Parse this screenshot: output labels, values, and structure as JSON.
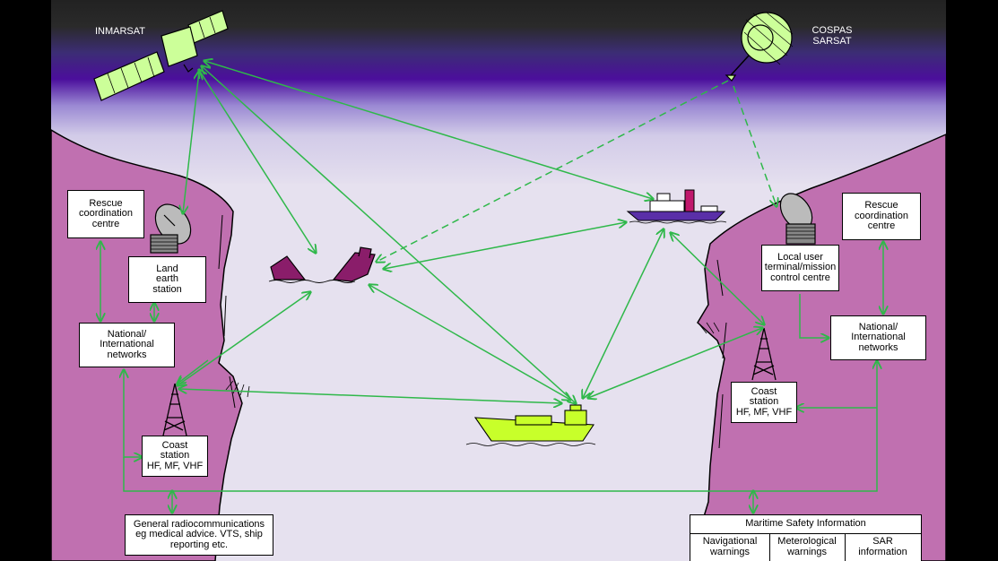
{
  "satellites": {
    "inmarsat": "INMARSAT",
    "cospas_line1": "COSPAS",
    "cospas_line2": "SARSAT"
  },
  "left": {
    "rcc": [
      "Rescue",
      "coordination",
      "centre"
    ],
    "les": [
      "Land",
      "earth",
      "station"
    ],
    "networks": [
      "National/",
      "International",
      "networks"
    ],
    "coast": [
      "Coast",
      "station",
      "HF, MF, VHF"
    ]
  },
  "right": {
    "rcc": [
      "Rescue",
      "coordination",
      "centre"
    ],
    "lut": [
      "Local user",
      "terminal/mission",
      "control centre"
    ],
    "networks": [
      "National/",
      "International",
      "networks"
    ],
    "coast": [
      "Coast",
      "station",
      "HF, MF, VHF"
    ]
  },
  "general": [
    "General radiocommunications",
    "eg medical advice. VTS, ship",
    "reporting etc."
  ],
  "msi": {
    "title": "Maritime Safety Information",
    "nav": [
      "Navigational",
      "warnings"
    ],
    "met": [
      "Meterological",
      "warnings"
    ],
    "sar": [
      "SAR",
      "information"
    ]
  },
  "colors": {
    "link": "#2fb84a",
    "cliff": "#c070b0",
    "sky_top": "#222222",
    "sky_band": "#4b0e9c",
    "water": "#e6e1ef",
    "cargo_ship": "#c8ff2a",
    "satellite": "#ccff99",
    "wreck": "#8a1d6a",
    "research_ship": "#5a2fa8"
  }
}
